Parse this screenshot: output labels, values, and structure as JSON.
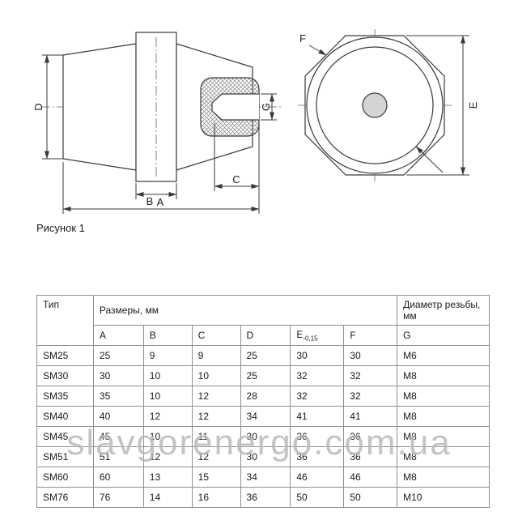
{
  "figure": {
    "caption": "Рисунок 1",
    "dim_labels": {
      "A": "A",
      "B": "B",
      "C": "C",
      "D": "D",
      "E": "E",
      "F": "F",
      "G": "G"
    }
  },
  "watermark": "slavgorenergo.com.ua",
  "table": {
    "header": {
      "type_col": "Тип",
      "dims_group": "Размеры, мм",
      "thread_group": "Диаметр резьбы, мм",
      "col_a": "A",
      "col_b": "B",
      "col_c": "C",
      "col_d": "D",
      "col_e": "E",
      "col_e_sub": "-0,15",
      "col_f": "F",
      "col_g": "G"
    },
    "rows": [
      {
        "type": "SM25",
        "A": "25",
        "B": "9",
        "C": "9",
        "D": "25",
        "E": "30",
        "F": "30",
        "G": "М6"
      },
      {
        "type": "SM30",
        "A": "30",
        "B": "10",
        "C": "10",
        "D": "25",
        "E": "32",
        "F": "32",
        "G": "М8"
      },
      {
        "type": "SM35",
        "A": "35",
        "B": "10",
        "C": "12",
        "D": "28",
        "E": "32",
        "F": "32",
        "G": "М8"
      },
      {
        "type": "SM40",
        "A": "40",
        "B": "12",
        "C": "12",
        "D": "34",
        "E": "41",
        "F": "41",
        "G": "М8"
      },
      {
        "type": "SM45",
        "A": "45",
        "B": "10",
        "C": "11",
        "D": "30",
        "E": "36",
        "F": "36",
        "G": "М8"
      },
      {
        "type": "SM51",
        "A": "51",
        "B": "12",
        "C": "12",
        "D": "30",
        "E": "36",
        "F": "36",
        "G": "М8"
      },
      {
        "type": "SM60",
        "A": "60",
        "B": "13",
        "C": "15",
        "D": "34",
        "E": "46",
        "F": "46",
        "G": "М8"
      },
      {
        "type": "SM76",
        "A": "76",
        "B": "14",
        "C": "16",
        "D": "36",
        "E": "50",
        "F": "50",
        "G": "М10"
      }
    ]
  }
}
